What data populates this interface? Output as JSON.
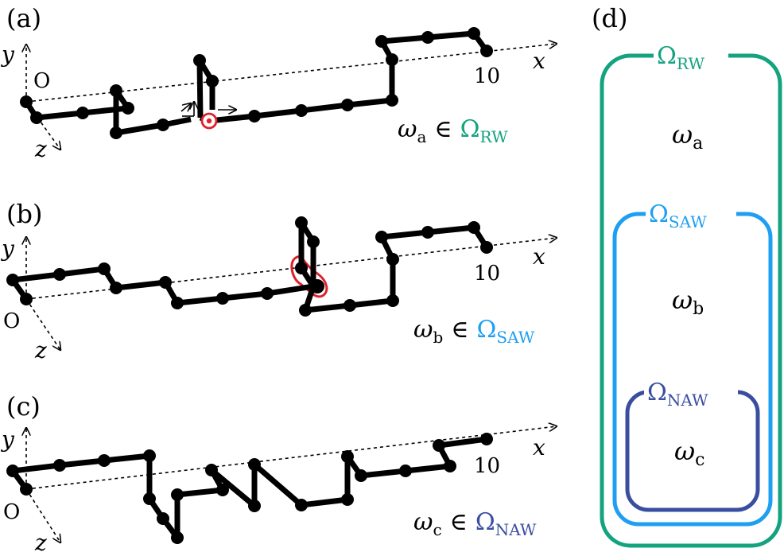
{
  "panels": [
    {
      "label": "(a)",
      "origin_label": "O",
      "axis_x_label": "x",
      "axis_y_label": "y",
      "axis_z_label": "z",
      "tick_label": "10",
      "caption_omega": "ω",
      "caption_sub": "a",
      "caption_relation": "∈",
      "caption_set": "Ω",
      "caption_set_sub": "RW",
      "caption_set_color": "#14a37f"
    },
    {
      "label": "(b)",
      "origin_label": "O",
      "axis_x_label": "x",
      "axis_y_label": "y",
      "axis_z_label": "z",
      "tick_label": "10",
      "caption_omega": "ω",
      "caption_sub": "b",
      "caption_relation": "∈",
      "caption_set": "Ω",
      "caption_set_sub": "SAW",
      "caption_set_color": "#1e9ff2"
    },
    {
      "label": "(c)",
      "origin_label": "O",
      "axis_x_label": "x",
      "axis_y_label": "y",
      "axis_z_label": "z",
      "tick_label": "10",
      "caption_omega": "ω",
      "caption_sub": "c",
      "caption_relation": "∈",
      "caption_set": "Ω",
      "caption_set_sub": "NAW",
      "caption_set_color": "#3a4ea0"
    }
  ],
  "venn": {
    "label": "(d)",
    "sets": [
      {
        "name": "Ω",
        "sub": "RW",
        "color": "#14a37f",
        "member": "ω",
        "member_sub": "a"
      },
      {
        "name": "Ω",
        "sub": "SAW",
        "color": "#1e9ff2",
        "member": "ω",
        "member_sub": "b"
      },
      {
        "name": "Ω",
        "sub": "NAW",
        "color": "#3a4ea0",
        "member": "ω",
        "member_sub": "c"
      }
    ]
  },
  "colors": {
    "walk": "#000000",
    "highlight": "#e0202a"
  }
}
